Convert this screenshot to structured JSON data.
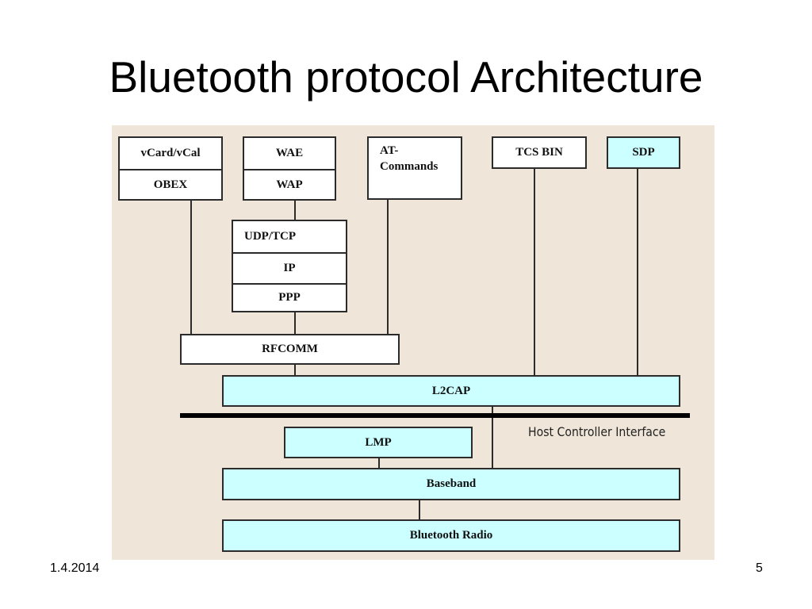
{
  "slide": {
    "title": "Bluetooth protocol Architecture",
    "footer_date": "1.4.2014",
    "page_number": "5"
  },
  "diagram": {
    "colors": {
      "background": "#efe6d9",
      "host_layer_fill": "#ccffff",
      "app_box_fill": "#ffffff",
      "stroke": "#2b2b2b"
    },
    "app_layers": {
      "obex_stack": [
        "vCard/vCal",
        "OBEX"
      ],
      "wap_stack": [
        "WAE",
        "WAP"
      ],
      "at_commands": "AT-\nCommands",
      "tcs_bin": "TCS BIN",
      "sdp": "SDP"
    },
    "ip_stack": [
      "UDP/TCP",
      "IP",
      "PPP"
    ],
    "rfcomm": "RFCOMM",
    "l2cap": "L2CAP",
    "hci_label": "Host Controller Interface",
    "lmp": "LMP",
    "baseband": "Baseband",
    "radio": "Bluetooth Radio"
  }
}
